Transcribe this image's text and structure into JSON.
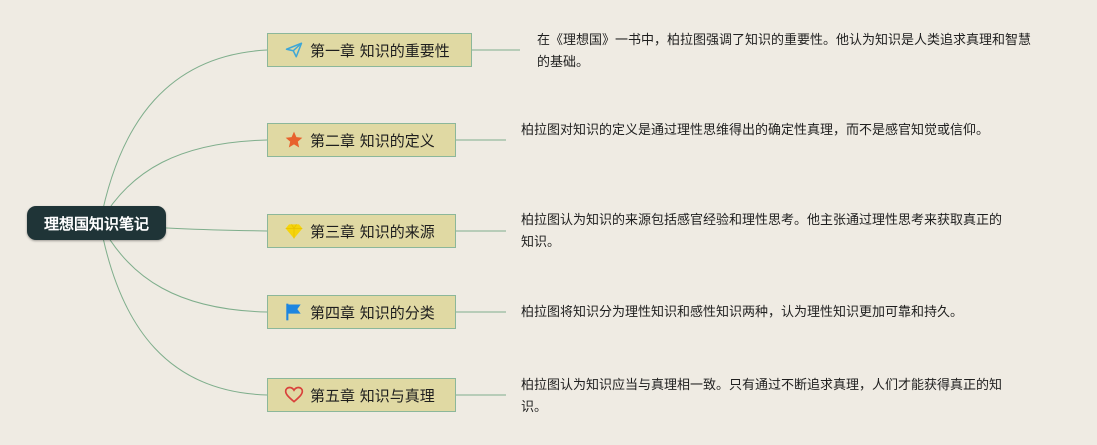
{
  "root": {
    "label": "理想国知识笔记"
  },
  "chapters": [
    {
      "label": "第一章 知识的重要性",
      "icon": "paper-plane-icon",
      "color": "#3fa7d6",
      "desc": "在《理想国》一书中，柏拉图强调了知识的重要性。他认为知识是人类追求真理和智慧的基础。"
    },
    {
      "label": "第二章 知识的定义",
      "icon": "star-icon",
      "color": "#e8622d",
      "desc": "柏拉图对知识的定义是通过理性思维得出的确定性真理，而不是感官知觉或信仰。"
    },
    {
      "label": "第三章 知识的来源",
      "icon": "gem-icon",
      "color": "#f5d40a",
      "desc": "柏拉图认为知识的来源包括感官经验和理性思考。他主张通过理性思考来获取真正的知识。"
    },
    {
      "label": "第四章 知识的分类",
      "icon": "flag-icon",
      "color": "#1d86e0",
      "desc": "柏拉图将知识分为理性知识和感性知识两种，认为理性知识更加可靠和持久。"
    },
    {
      "label": "第五章 知识与真理",
      "icon": "heart-icon",
      "color": "#d9413b",
      "desc": "柏拉图认为知识应当与真理相一致。只有通过不断追求真理，人们才能获得真正的知识。"
    }
  ],
  "colors": {
    "link": "#7fae8c",
    "background": "#efebe3",
    "root_bg": "#1f3437",
    "chapter_bg": "#e0d9a3"
  }
}
